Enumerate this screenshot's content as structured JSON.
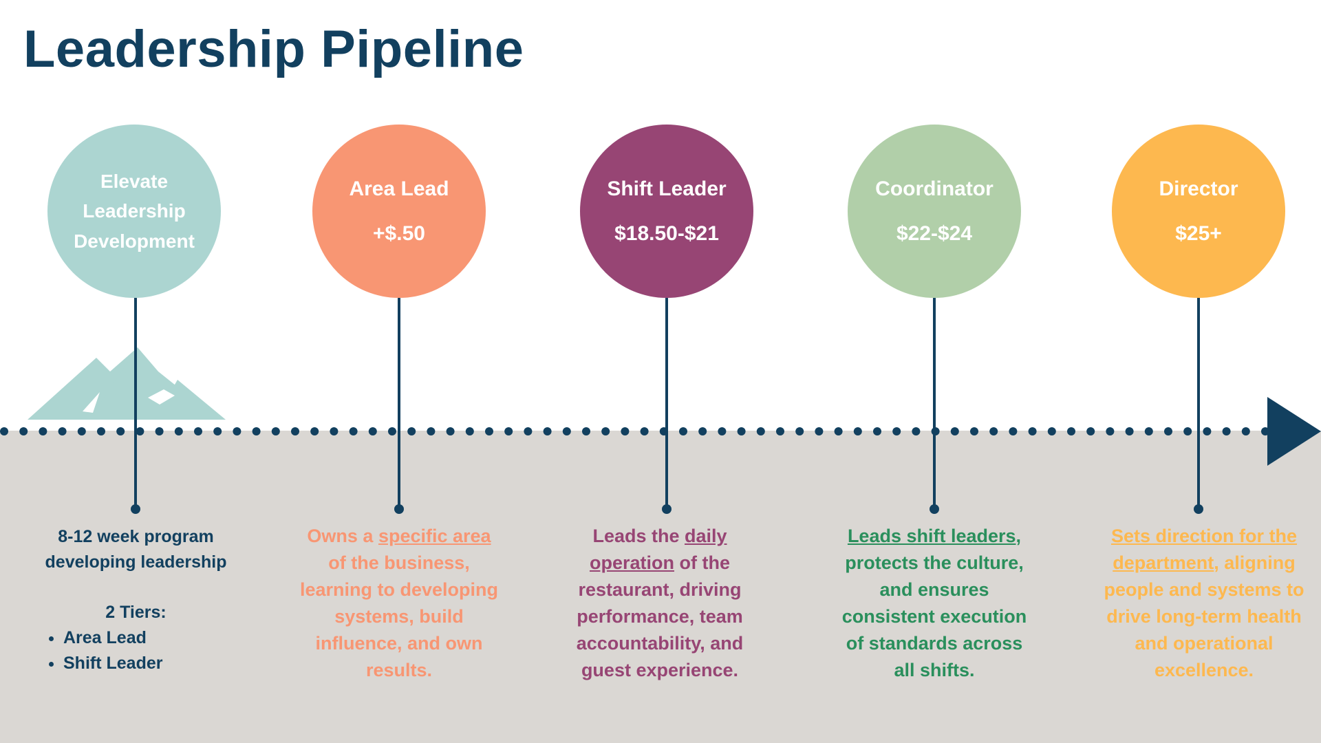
{
  "title": "Leadership Pipeline",
  "colors": {
    "title": "#12405f",
    "line": "#12405f",
    "panel": "#dad7d3",
    "mountain": "#acd5d1"
  },
  "mountain_icon": "mountain-icon",
  "arrow_icon": "arrow-right-icon",
  "stages": [
    {
      "name": "Elevate Leadership Development",
      "pay": "",
      "color": "#acd5d1",
      "text_color": "#12405f",
      "description": {
        "intro": "8-12 week program developing leadership",
        "tiers_title": "2 Tiers:",
        "tiers": [
          "Area Lead",
          "Shift Leader"
        ]
      }
    },
    {
      "name": "Area Lead",
      "pay": "+$.50",
      "color": "#f89673",
      "text_color": "#f89673",
      "description": {
        "before": "Owns a ",
        "underlined": "specific area",
        "after": " of the business, learning to developing systems, build influence, and own results."
      }
    },
    {
      "name": "Shift Leader",
      "pay": "$18.50-$21",
      "color": "#974574",
      "text_color": "#974574",
      "description": {
        "before": "Leads the ",
        "underlined": "daily operation",
        "after": " of the restaurant, driving performance, team accountability, and guest experience."
      }
    },
    {
      "name": "Coordinator",
      "pay": "$22-$24",
      "color": "#b1cfa9",
      "text_color": "#2a8f5c",
      "description": {
        "before": "",
        "underlined": "Leads shift leaders",
        "after": ", protects the culture, and ensures consistent execution of standards across all shifts."
      }
    },
    {
      "name": "Director",
      "pay": "$25+",
      "color": "#fdb84f",
      "text_color": "#fdb84f",
      "description": {
        "before": "",
        "underlined": "Sets direction for the department",
        "after": ", aligning people and systems to drive long-term health and operational excellence."
      }
    }
  ]
}
